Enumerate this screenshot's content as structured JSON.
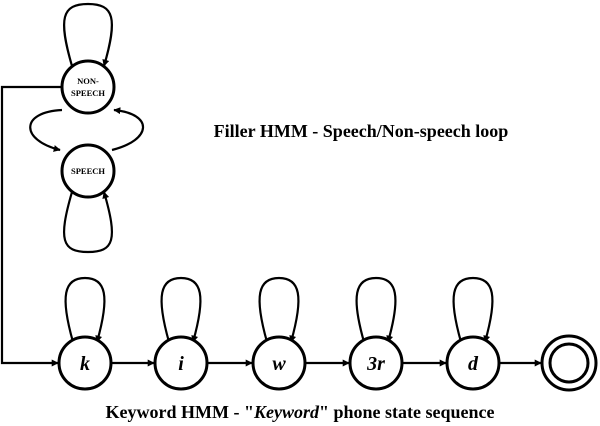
{
  "filler": {
    "nonspeech_line1": "NON-",
    "nonspeech_line2": "SPEECH",
    "speech": "SPEECH",
    "caption": "Filler HMM - Speech/Non-speech loop"
  },
  "keyword": {
    "phones": [
      "k",
      "i",
      "w",
      "3r",
      "d"
    ],
    "caption_prefix": "Keyword HMM - \"",
    "caption_word": "Keyword",
    "caption_suffix": "\" phone state sequence"
  }
}
